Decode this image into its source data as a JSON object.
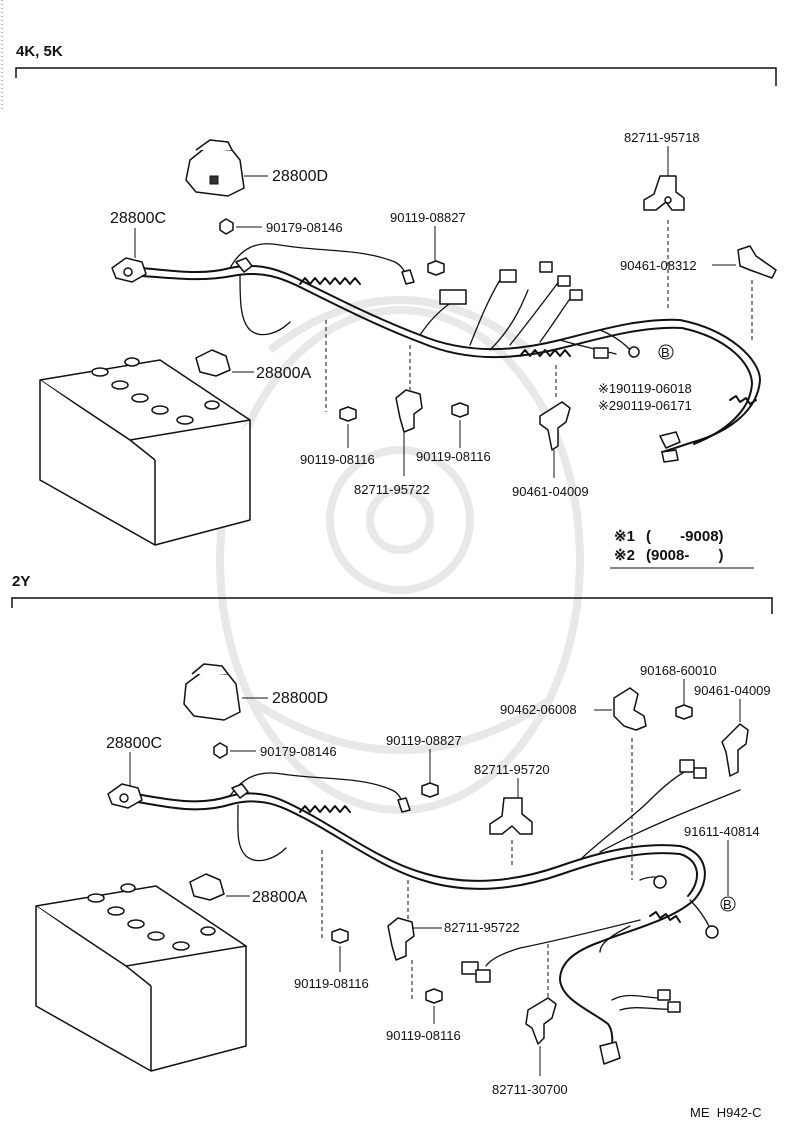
{
  "sections": {
    "top": {
      "title": "4K, 5K"
    },
    "bottom": {
      "title": "2Y"
    }
  },
  "top_labels": {
    "l28800D": "28800D",
    "l28800C": "28800C",
    "l90179": "90179-08146",
    "l90119_08827": "90119-08827",
    "l82711_95718": "82711-95718",
    "l90461_08312": "90461-08312",
    "l28800A": "28800A",
    "l90119_08116a": "90119-08116",
    "l82711_95722": "82711-95722",
    "l90119_08116b": "90119-08116",
    "l90461_04009": "90461-04009",
    "l_star1": "※190119-06018",
    "l_star2": "※290119-06171",
    "b_marker": "B"
  },
  "legend": {
    "row1_mark": "※1",
    "row1_range": "(       -9008)",
    "row2_mark": "※2",
    "row2_range": "(9008-       )"
  },
  "bottom_labels": {
    "l28800D": "28800D",
    "l28800C": "28800C",
    "l90179": "90179-08146",
    "l90119_08827": "90119-08827",
    "l90168": "90168-60010",
    "l90462": "90462-06008",
    "l90461_04009": "90461-04009",
    "l82711_95720": "82711-95720",
    "l91611": "91611-40814",
    "l28800A": "28800A",
    "l82711_95722": "82711-95722",
    "l90119_08116a": "90119-08116",
    "l90119_08116b": "90119-08116",
    "l82711_30700": "82711-30700",
    "b_marker": "B"
  },
  "footer": {
    "code": "ME  H942-C"
  }
}
